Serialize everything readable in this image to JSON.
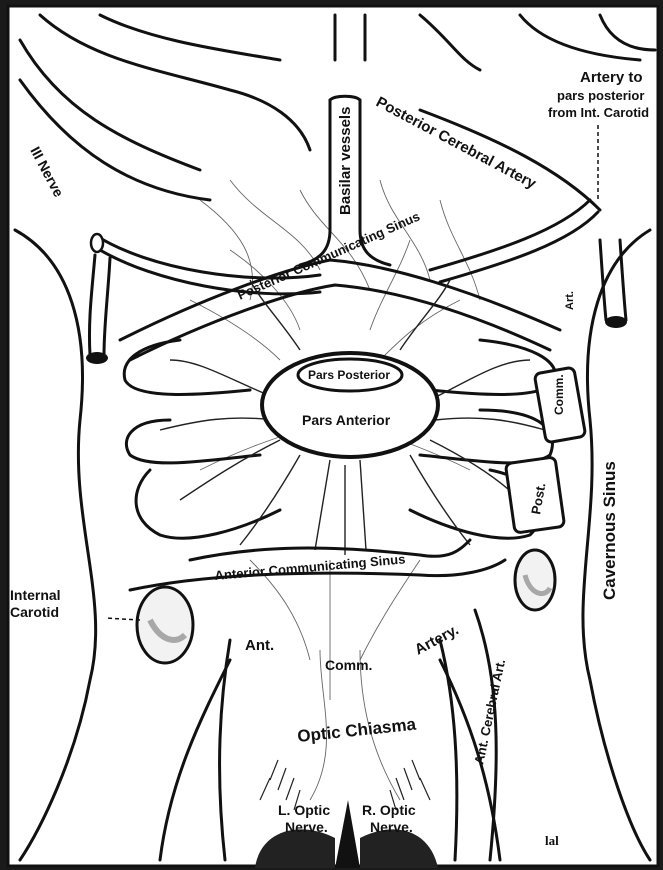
{
  "labels": {
    "artery_to_pp_1": "Artery to",
    "artery_to_pp_2": "pars posterior",
    "artery_to_pp_3": "from Int. Carotid",
    "iii_nerve": "III Nerve",
    "basilar_vessels": "Basilar vessels",
    "posterior_cerebral_artery": "Posterior Cerebral Artery",
    "posterior_communicating_sinus": "Posterior Communicating Sinus",
    "art": "Art.",
    "comm_right": "Comm.",
    "post": "Post.",
    "cavernous_sinus": "Cavernous Sinus",
    "pars_posterior": "Pars Posterior",
    "pars_anterior": "Pars Anterior",
    "anterior_communicating_sinus": "Anterior Communicating Sinus",
    "internal_carotid_1": "Internal",
    "internal_carotid_2": "Carotid",
    "ant": "Ant.",
    "comm": "Comm.",
    "artery": "Artery.",
    "ant_cerebral_art": "Ant. Cerebral Art.",
    "optic_chiasma": "Optic Chiasma",
    "l_optic_1": "L. Optic",
    "l_optic_2": "Nerve.",
    "r_optic_1": "R. Optic",
    "r_optic_2": "Nerve.",
    "lal": "lal"
  },
  "colors": {
    "background": "#ffffff",
    "ink": "#111111",
    "frame": "#1a1a1a"
  }
}
